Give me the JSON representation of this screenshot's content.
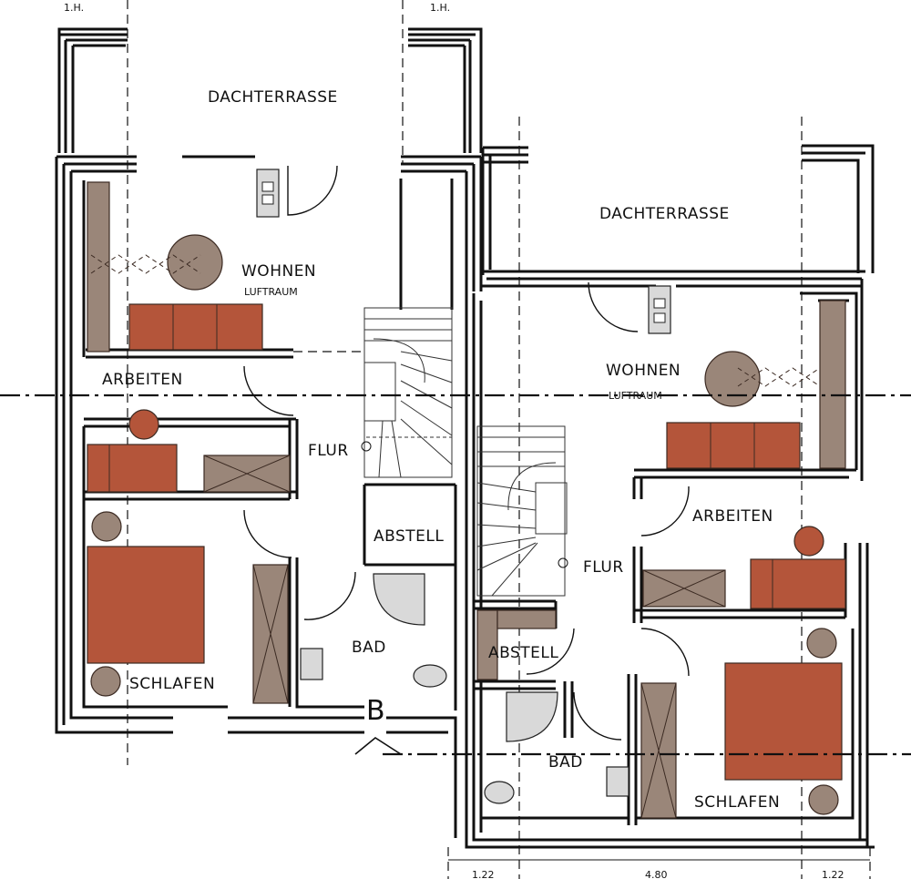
{
  "header": {
    "left_marker": "1.H.",
    "right_marker": "1.H."
  },
  "unit_left": {
    "terrace_label": "DACHTERRASSE",
    "living_label": "WOHNEN",
    "living_sub": "LUFTRAUM",
    "study_label": "ARBEITEN",
    "hall_label": "FLUR",
    "storage_label": "ABSTELL",
    "bath_label": "BAD",
    "bedroom_label": "SCHLAFEN"
  },
  "unit_right": {
    "terrace_label": "DACHTERRASSE",
    "living_label": "WOHNEN",
    "living_sub": "LUFTRAUM",
    "study_label": "ARBEITEN",
    "hall_label": "FLUR",
    "storage_label": "ABSTELL",
    "bath_label": "BAD",
    "bedroom_label": "SCHLAFEN"
  },
  "section_marker": "B",
  "dimensions": [
    "1.22",
    "4.80",
    "1.22"
  ],
  "colors": {
    "furniture": "#b4553a",
    "cabinet": "#9a8679",
    "walls": "#111111"
  }
}
